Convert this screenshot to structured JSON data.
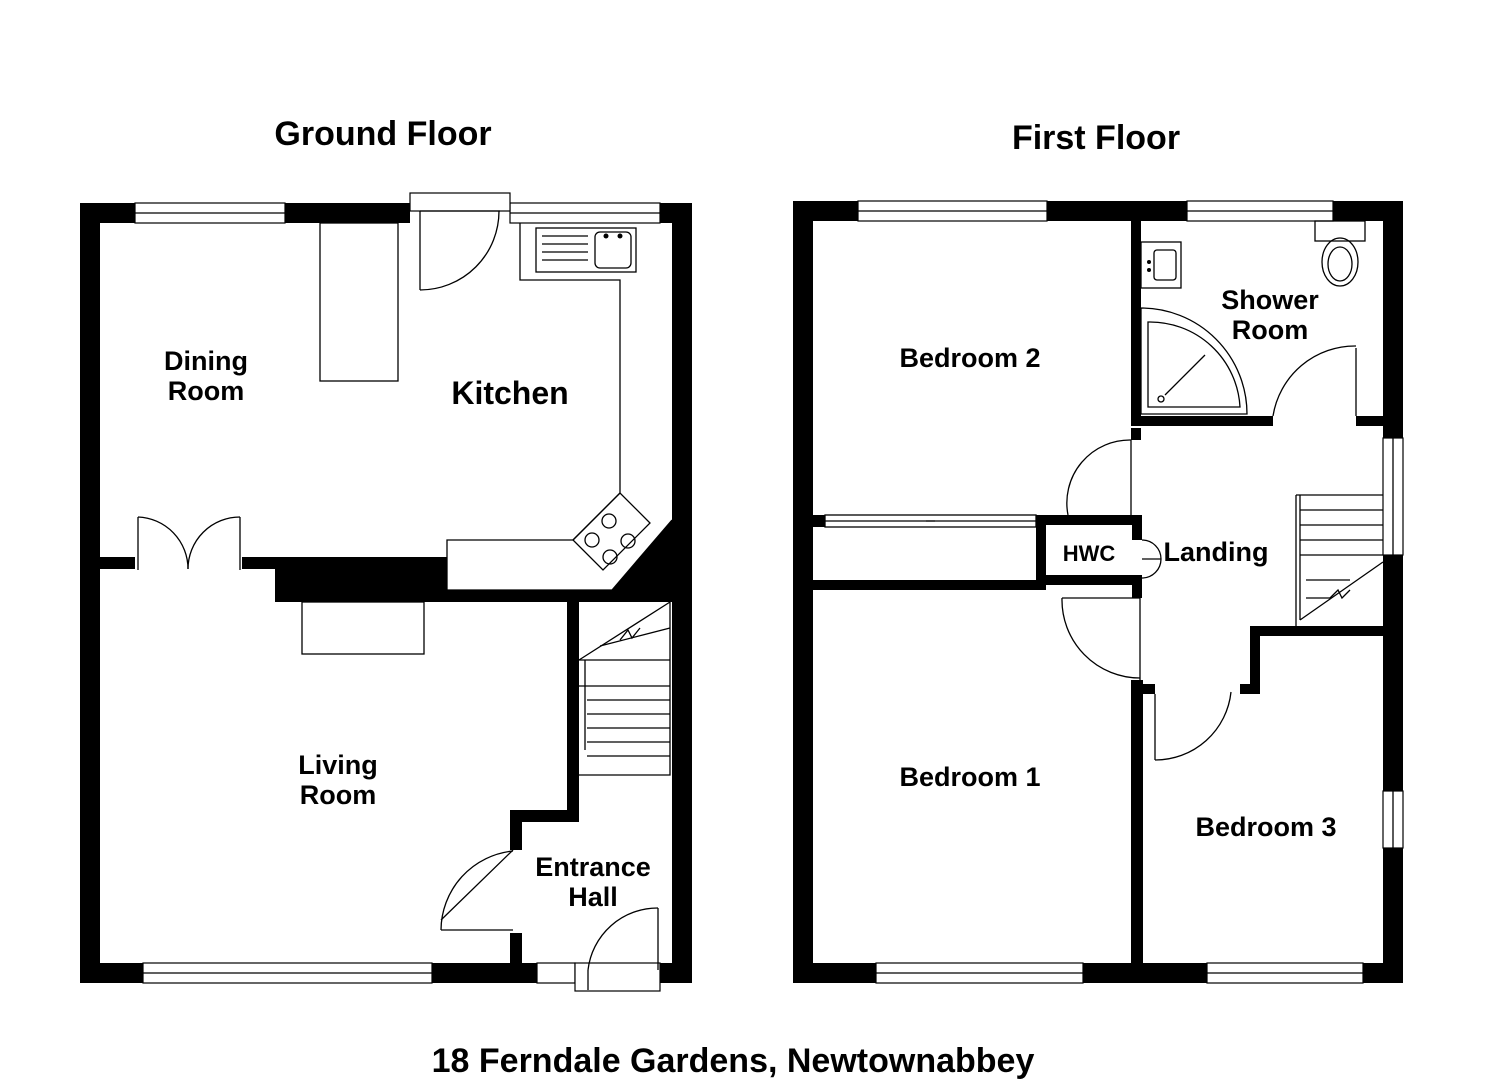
{
  "floors": {
    "ground": {
      "title": "Ground Floor",
      "rooms": {
        "dining": [
          "Dining",
          "Room"
        ],
        "kitchen": "Kitchen",
        "living": [
          "Living",
          "Room"
        ],
        "hall": [
          "Entrance",
          "Hall"
        ]
      }
    },
    "first": {
      "title": "First Floor",
      "rooms": {
        "bedroom2": "Bedroom 2",
        "shower": [
          "Shower",
          "Room"
        ],
        "hwc": "HWC",
        "landing": "Landing",
        "bedroom1": "Bedroom 1",
        "bedroom3": "Bedroom 3"
      }
    }
  },
  "address": "18 Ferndale Gardens, Newtownabbey"
}
